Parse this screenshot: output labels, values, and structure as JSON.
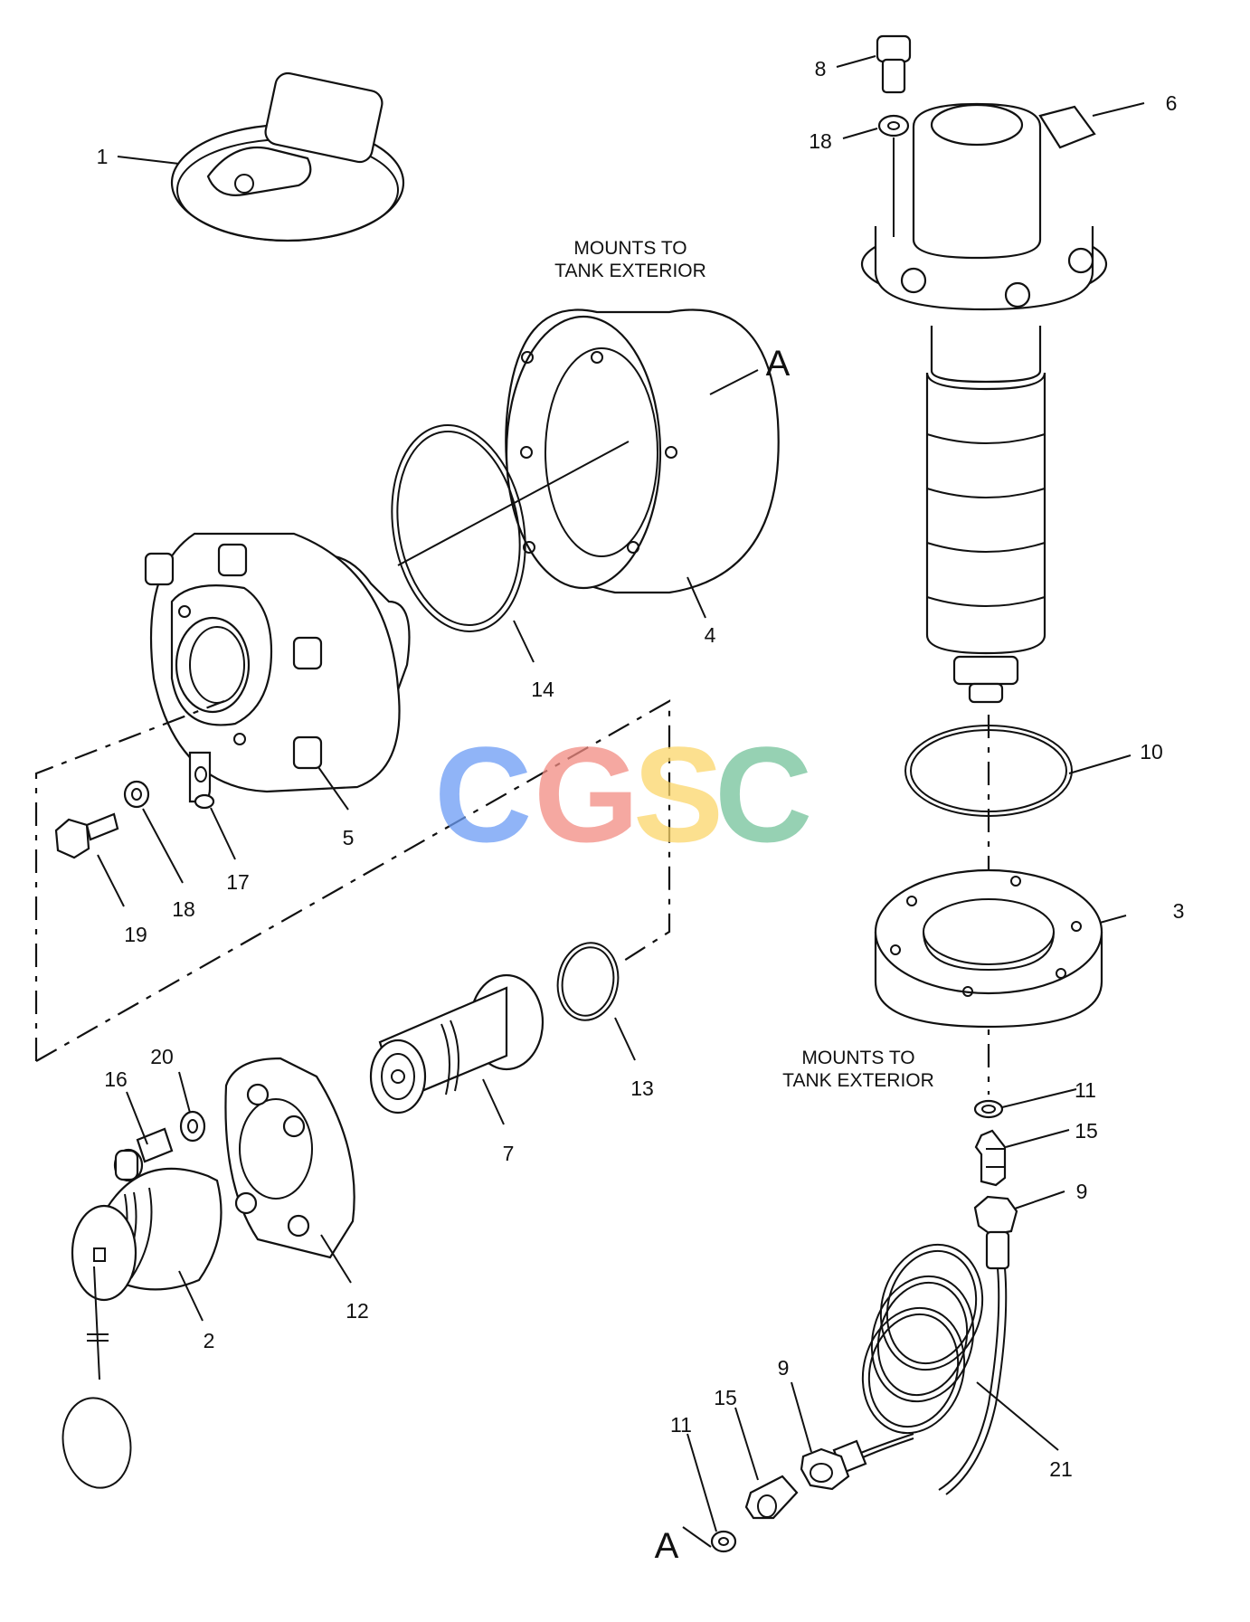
{
  "notes": {
    "mounts_top": [
      "MOUNTS TO",
      "TANK EXTERIOR"
    ],
    "mounts_bottom": [
      "MOUNTS TO",
      "TANK EXTERIOR"
    ]
  },
  "ref_letters": {
    "top": "A",
    "bottom": "A"
  },
  "watermark": {
    "letters": [
      "C",
      "G",
      "S",
      "C"
    ],
    "colors": [
      "#6b9cf5",
      "#f28b82",
      "#fbd66a",
      "#74c29a"
    ]
  },
  "callouts": {
    "c1": "1",
    "c2": "2",
    "c3": "3",
    "c4": "4",
    "c5": "5",
    "c6": "6",
    "c7": "7",
    "c8": "8",
    "c9a": "9",
    "c9b": "9",
    "c10": "10",
    "c11a": "11",
    "c11b": "11",
    "c12": "12",
    "c13": "13",
    "c14": "14",
    "c15a": "15",
    "c15b": "15",
    "c16": "16",
    "c17": "17",
    "c18a": "18",
    "c18b": "18",
    "c19": "19",
    "c20": "20",
    "c21": "21"
  }
}
